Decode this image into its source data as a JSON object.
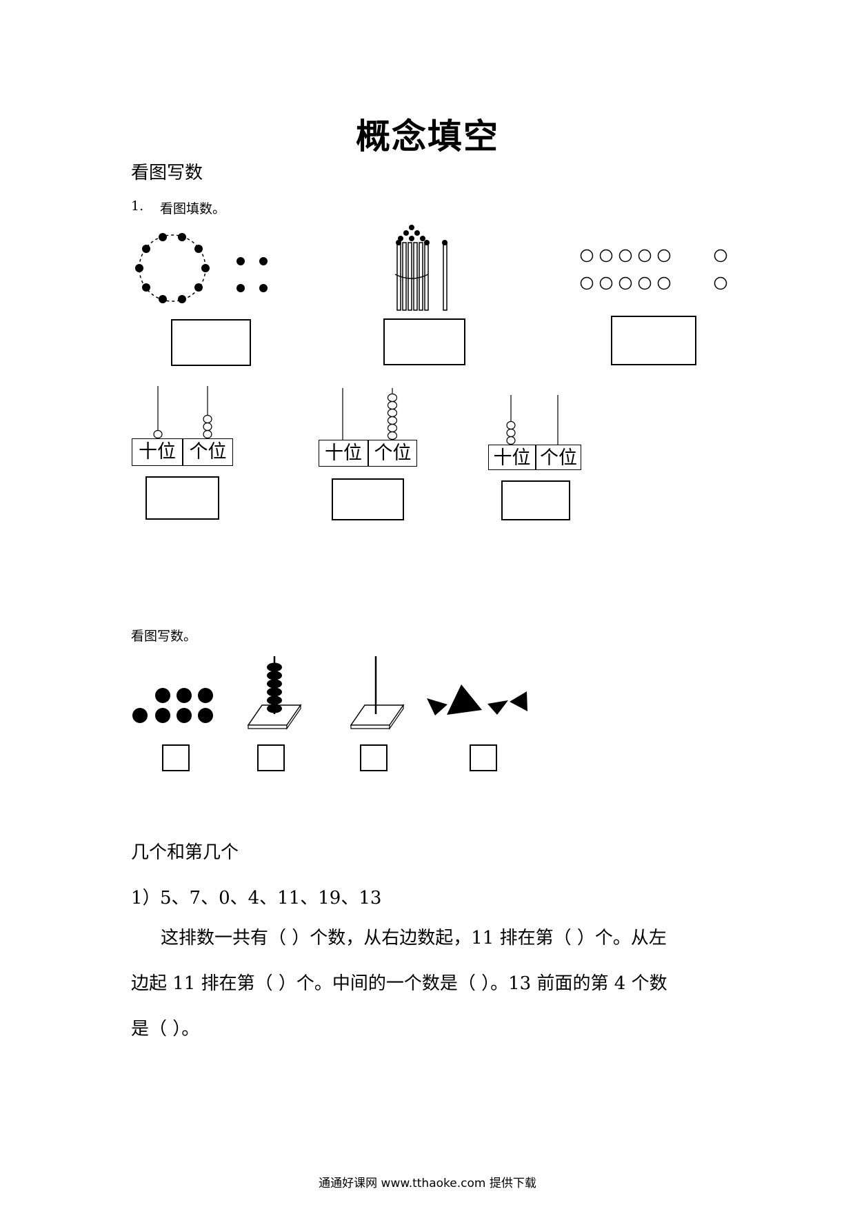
{
  "title": "概念填空",
  "section1": {
    "heading": "看图写数",
    "q1_label": "1.",
    "q1_text": "看图填数。",
    "place_value": {
      "tens": "十位",
      "ones": "个位"
    }
  },
  "section2": {
    "heading": "看图写数。"
  },
  "section3": {
    "heading": "几个和第几个",
    "q_label": "1）",
    "sequence": "5、7、0、4、11、19、13",
    "line1": "这排数一共有（  ）个数，从右边数起，11 排在第（  ）个。从左",
    "line2": "边起 11 排在第（  ）个。中间的一个数是（  ）。13 前面的第 4 个数",
    "line3": "是（  ）。"
  },
  "footer": "通通好课网  www.tthaoke.com  提供下载"
}
